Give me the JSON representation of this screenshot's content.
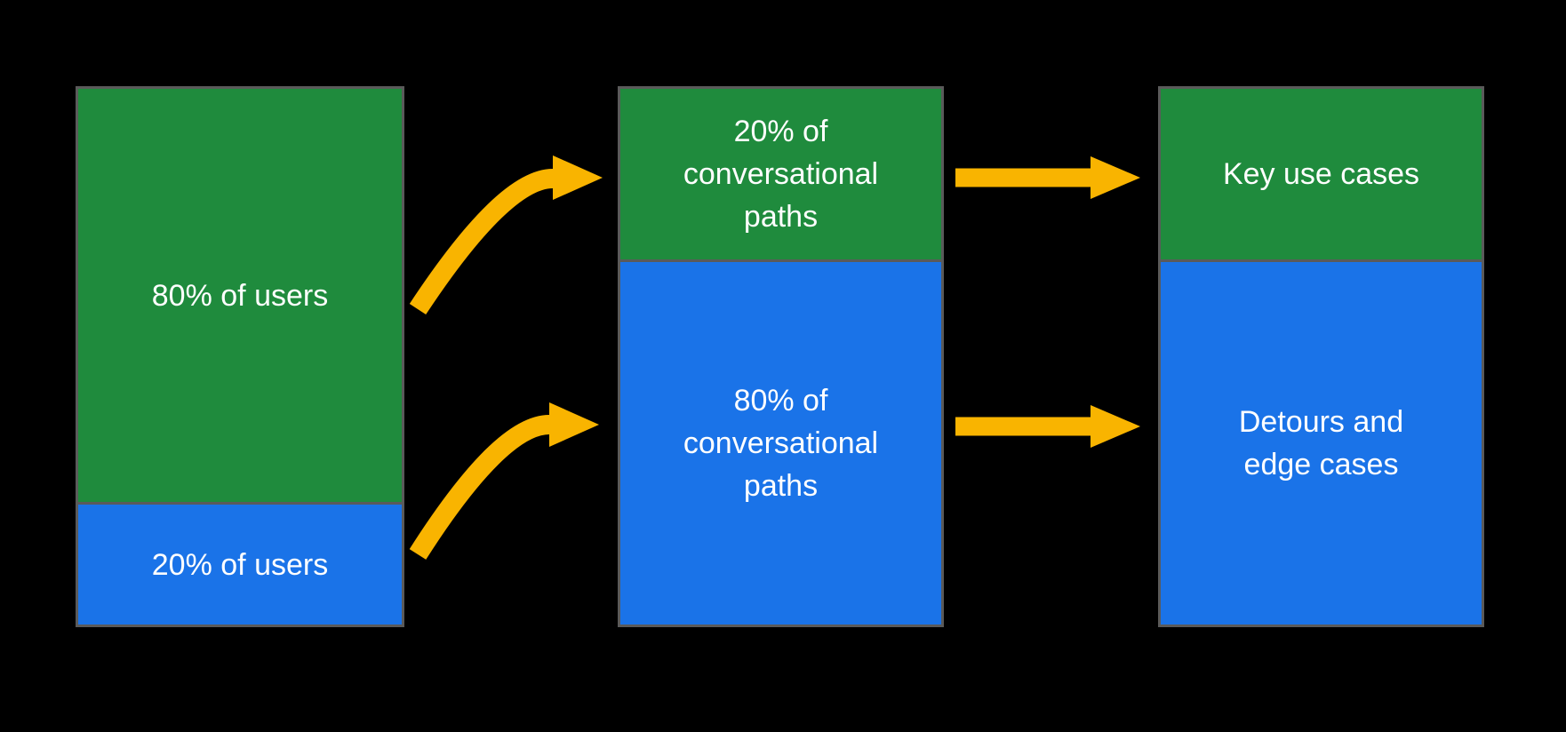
{
  "canvas": {
    "background": "#000000"
  },
  "colors": {
    "green": "#1F8B3D",
    "blue": "#1A73E8",
    "arrow": "#F9B400",
    "border": "#5A5A5A",
    "text": "#FFFFFF"
  },
  "columns": [
    {
      "name": "users",
      "segments": [
        {
          "label": "80% of users",
          "share": "80%",
          "color": "green"
        },
        {
          "label": "20% of users",
          "share": "20%",
          "color": "blue"
        }
      ]
    },
    {
      "name": "conversational-paths",
      "segments": [
        {
          "label": "20% of conversational paths",
          "share": "20%",
          "color": "green"
        },
        {
          "label": "80% of conversational paths",
          "share": "80%",
          "color": "blue"
        }
      ]
    },
    {
      "name": "outcomes",
      "segments": [
        {
          "label": "Key use cases",
          "color": "green"
        },
        {
          "label": "Detours and edge cases",
          "color": "blue"
        }
      ]
    }
  ],
  "arrows": [
    {
      "name": "curved-arrow-top",
      "from": "80% of users",
      "to": "20% of conversational paths"
    },
    {
      "name": "curved-arrow-bottom",
      "from": "20% of users",
      "to": "80% of conversational paths"
    },
    {
      "name": "straight-arrow-top",
      "from": "20% of conversational paths",
      "to": "Key use cases"
    },
    {
      "name": "straight-arrow-bottom",
      "from": "80% of conversational paths",
      "to": "Detours and edge cases"
    }
  ]
}
